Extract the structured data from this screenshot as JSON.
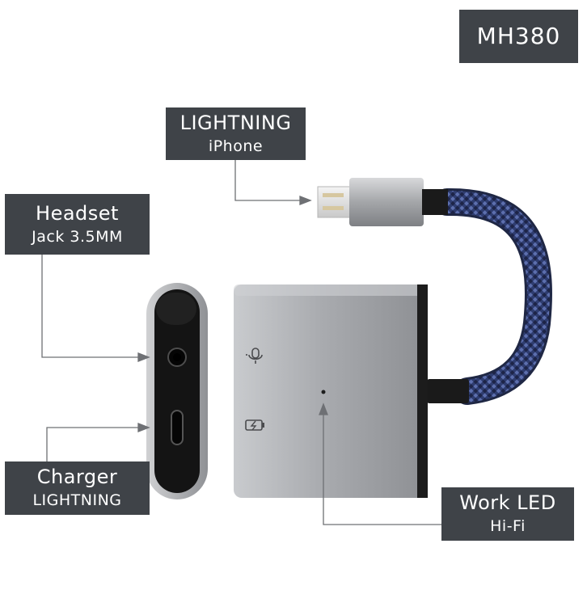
{
  "model": "MH380",
  "lightning_label": {
    "line1": "LIGHTNING",
    "line2": "iPhone"
  },
  "headset_label": {
    "line1": "Headset",
    "line2": "Jack 3.5MM"
  },
  "charger_label": {
    "line1": "Charger",
    "line2": "LIGHTNING"
  },
  "led_label": {
    "line1": "Work LED",
    "line2": "Hi-Fi"
  },
  "colors": {
    "label_bg": "#3f4348",
    "body_silver": "#a7a9ad",
    "braid_blue": "#3d4f8c",
    "port_face": "#151515"
  },
  "icons": [
    "microphone-icon",
    "battery-charging-icon"
  ]
}
